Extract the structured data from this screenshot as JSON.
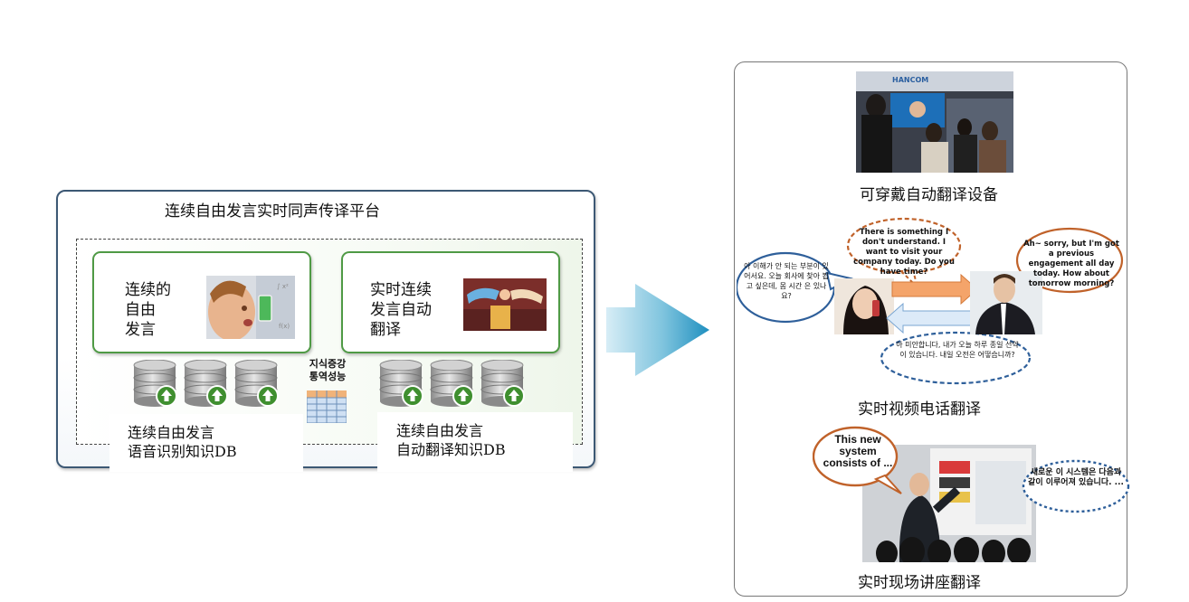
{
  "platform": {
    "title": "连续自由发言实时同声传译平台",
    "card_left": {
      "line1": "连续的",
      "line2": "自由",
      "line3": "发言"
    },
    "card_right": {
      "line1": "实时连续",
      "line2": "发言自动",
      "line3": "翻译"
    },
    "knowledge_label": {
      "line1": "지식증강",
      "line2": "통역성능"
    },
    "db_left": {
      "line1": "连续自由发言",
      "line2": "语音识别知识DB"
    },
    "db_right": {
      "line1": "连续自由发言",
      "line2": "自动翻译知识DB"
    }
  },
  "applications": {
    "wearable_caption": "可穿戴自动翻译设备",
    "video_call_caption": "实时视频电话翻译",
    "lecture_caption": "实时现场讲座翻译",
    "booth_sign": "HANCOM",
    "bubble_top": "There is something I don't understand. I want to visit your company today. Do you have time?",
    "bubble_right": "Ah~ sorry, but I'm got a previous engagement all day today. How about tomorrow morning?",
    "bubble_left_kr": "아 이해가 안 되는 부분이 있어서요. 오늘 회사에 찾아 뵙고 싶은데, 몸 시간 은 있나요?",
    "bubble_bottom_kr": "아 미안합니다, 내가 오늘 하루 종일 선약이 있습니다. 내일 오전은 어떻습니까?",
    "lecture_bubble_en": "This new system consists of ...",
    "lecture_bubble_kr": "새로운 이 시스템은 다음과 같이 이루어져 있습니다. ..."
  },
  "colors": {
    "platform_border": "#3c5874",
    "card_border": "#4f9a45",
    "arrow": "#3aa6c9",
    "bubble_orange": "#c0622a",
    "bubble_blue": "#2e5f9a",
    "db_arrow": "#4a9a3a"
  }
}
